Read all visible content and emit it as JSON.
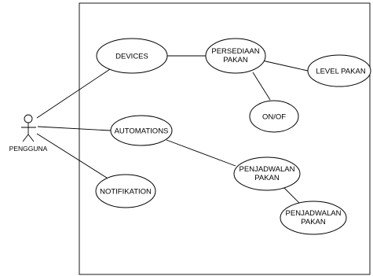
{
  "actor": {
    "label": "PENGGUNA",
    "icon": "stick-figure-icon"
  },
  "use_cases": [
    {
      "id": "devices",
      "lines": [
        "DEVICES"
      ]
    },
    {
      "id": "persediaan",
      "lines": [
        "PERSEDIAAN",
        "PAKAN"
      ]
    },
    {
      "id": "level",
      "lines": [
        "LEVEL PAKAN"
      ]
    },
    {
      "id": "onof",
      "lines": [
        "ON/OF"
      ]
    },
    {
      "id": "automations",
      "lines": [
        "AUTOMATIONS"
      ]
    },
    {
      "id": "penjadwalan1",
      "lines": [
        "PENJADWALAN",
        "PAKAN"
      ]
    },
    {
      "id": "penjadwalan2",
      "lines": [
        "PENJADWALAN",
        "PAKAN"
      ]
    },
    {
      "id": "notifikation",
      "lines": [
        "NOTIFIKATION"
      ]
    }
  ]
}
